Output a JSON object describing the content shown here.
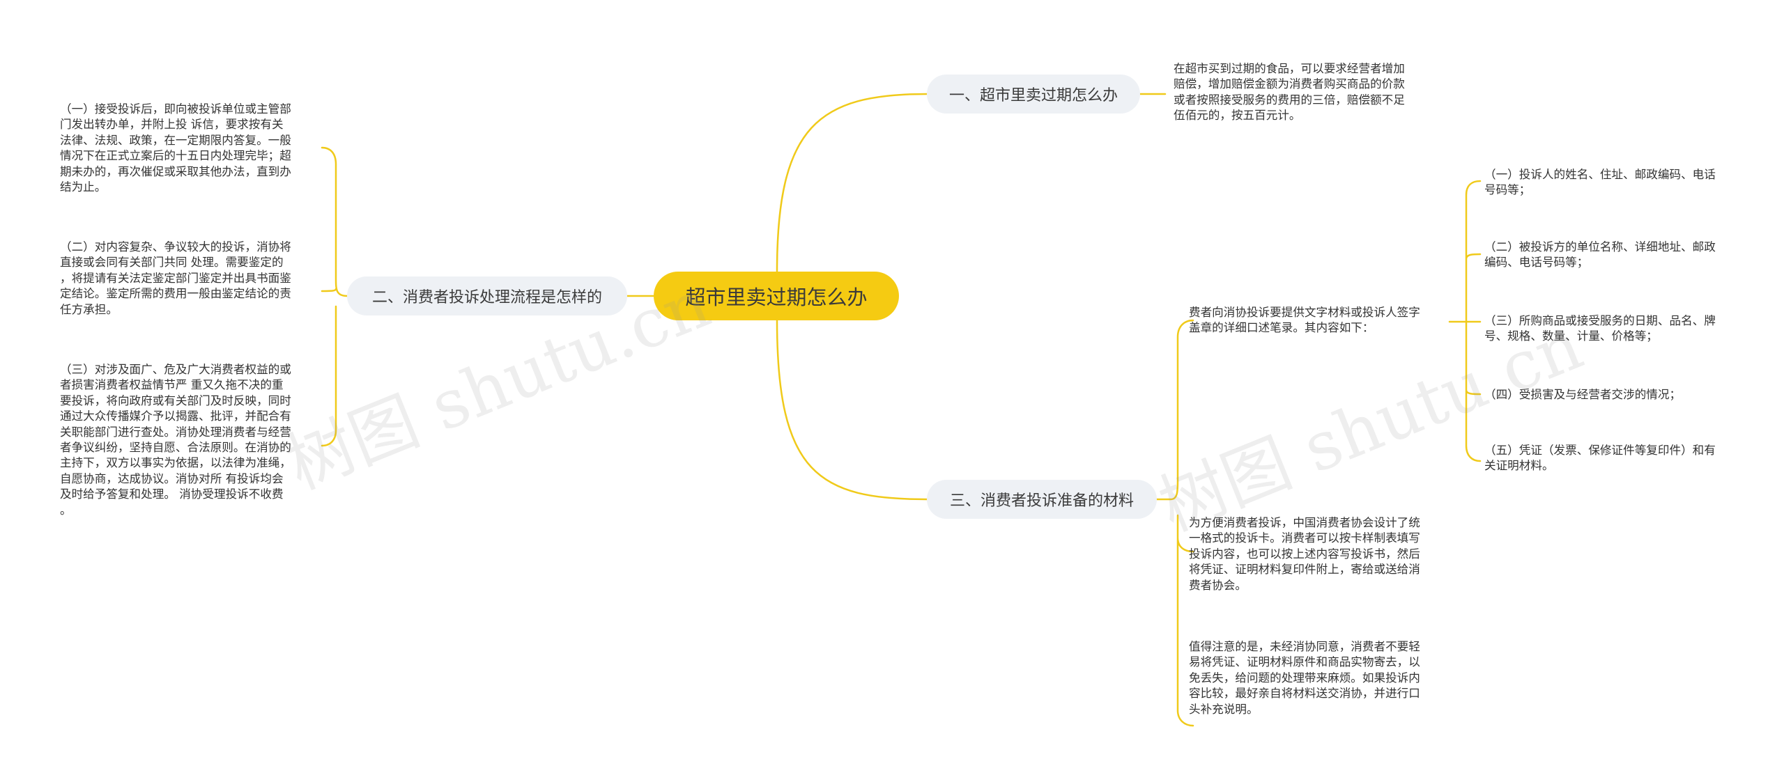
{
  "colors": {
    "root_fill": "#f5cb12",
    "connector": "#f0ca1a",
    "branch_fill": "#eef1f5"
  },
  "root": {
    "label": "超市里卖过期怎么办"
  },
  "branches": {
    "b1": {
      "label": "一、超市里卖过期怎么办",
      "leaves": [
        "在超市买到过期的食品，可以要求经营者增加\n赔偿，增加赔偿金额为消费者购买商品的价款\n或者按照接受服务的费用的三倍，赔偿额不足\n伍佰元的，按五百元计。"
      ]
    },
    "b2": {
      "label": "二、消费者投诉处理流程是怎样的",
      "leaves": [
        "（一）接受投诉后，即向被投诉单位或主管部\n门发出转办单，并附上投 诉信，要求按有关\n法律、法规、政策，在一定期限内答复。一般\n情况下在正式立案后的十五日内处理完毕；超\n期未办的，再次催促或采取其他办法，直到办\n结为止。",
        "（二）对内容复杂、争议较大的投诉，消协将\n直接或会同有关部门共同 处理。需要鉴定的\n，将提请有关法定鉴定部门鉴定并出具书面鉴\n定结论。鉴定所需的费用一般由鉴定结论的责\n任方承担。",
        "（三）对涉及面广、危及广大消费者权益的或\n者损害消费者权益情节严 重又久拖不决的重\n要投诉，将向政府或有关部门及时反映，同时\n通过大众传播媒介予以揭露、批评，并配合有\n关职能部门进行查处。消协处理消费者与经营\n者争议纠纷，坚持自愿、合法原则。在消协的\n主持下，双方以事实为依据，以法律为准绳，\n自愿协商，达成协议。消协对所 有投诉均会\n及时给予答复和处理。 消协受理投诉不收费\n。"
      ]
    },
    "b3": {
      "label": "三、消费者投诉准备的材料",
      "leaves": [
        "费者向消协投诉要提供文字材料或投诉人签字\n盖章的详细口述笔录。其内容如下：",
        "为方便消费者投诉，中国消费者协会设计了统\n一格式的投诉卡。消费者可以按卡样制表填写\n投诉内容，也可以按上述内容写投诉书，然后\n将凭证、证明材料复印件附上，寄给或送给消\n费者协会。",
        "值得注意的是，未经消协同意，消费者不要轻\n易将凭证、证明材料原件和商品实物寄去，以\n免丢失，给问题的处理带来麻烦。如果投诉内\n容比较，最好亲自将材料送交消协，并进行口\n头补充说明。"
      ],
      "sub_items": [
        "（一）投诉人的姓名、住址、邮政编码、电话\n号码等；",
        "（二）被投诉方的单位名称、详细地址、邮政\n编码、电话号码等；",
        "（三）所购商品或接受服务的日期、品名、牌\n号、规格、数量、计量、价格等；",
        "（四）受损害及与经营者交涉的情况；",
        "（五）凭证（发票、保修证件等复印件）和有\n关证明材料。"
      ]
    }
  },
  "watermarks": [
    "树图 shutu.cn",
    "树图 shutu.cn"
  ]
}
